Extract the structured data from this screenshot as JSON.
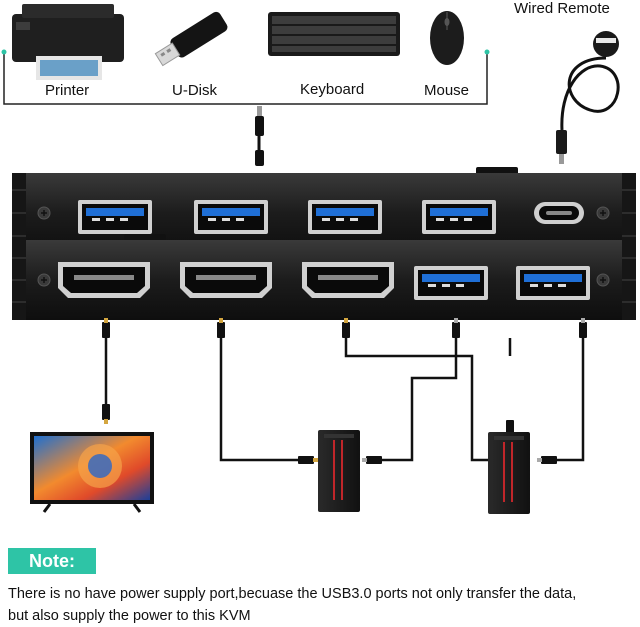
{
  "devices": {
    "printer_label": "Printer",
    "udisk_label": "U-Disk",
    "keyboard_label": "Keyboard",
    "mouse_label": "Mouse",
    "remote_label": "Wired Remote"
  },
  "note": {
    "badge": "Note:",
    "line1": "There is no have power supply port,becuase the USB3.0 ports not only transfer the data,",
    "line2": "but also supply the power to this KVM"
  },
  "colors": {
    "note_badge": "#2ec4a6",
    "usb_blue": "#1f6fd6",
    "device_black": "#1b1b1b"
  },
  "icons": [
    "printer-icon",
    "usb-stick-icon",
    "keyboard-icon",
    "mouse-icon",
    "remote-icon",
    "monitor-icon",
    "pc-tower-icon",
    "pc-tower-icon"
  ]
}
